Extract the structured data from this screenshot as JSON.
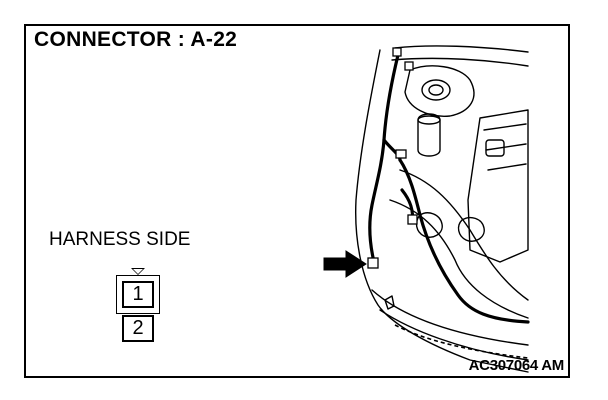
{
  "title": "CONNECTOR : A-22",
  "harness_label": "HARNESS SIDE",
  "pins": [
    "1",
    "2"
  ],
  "figure_id": "AC307064 AM"
}
